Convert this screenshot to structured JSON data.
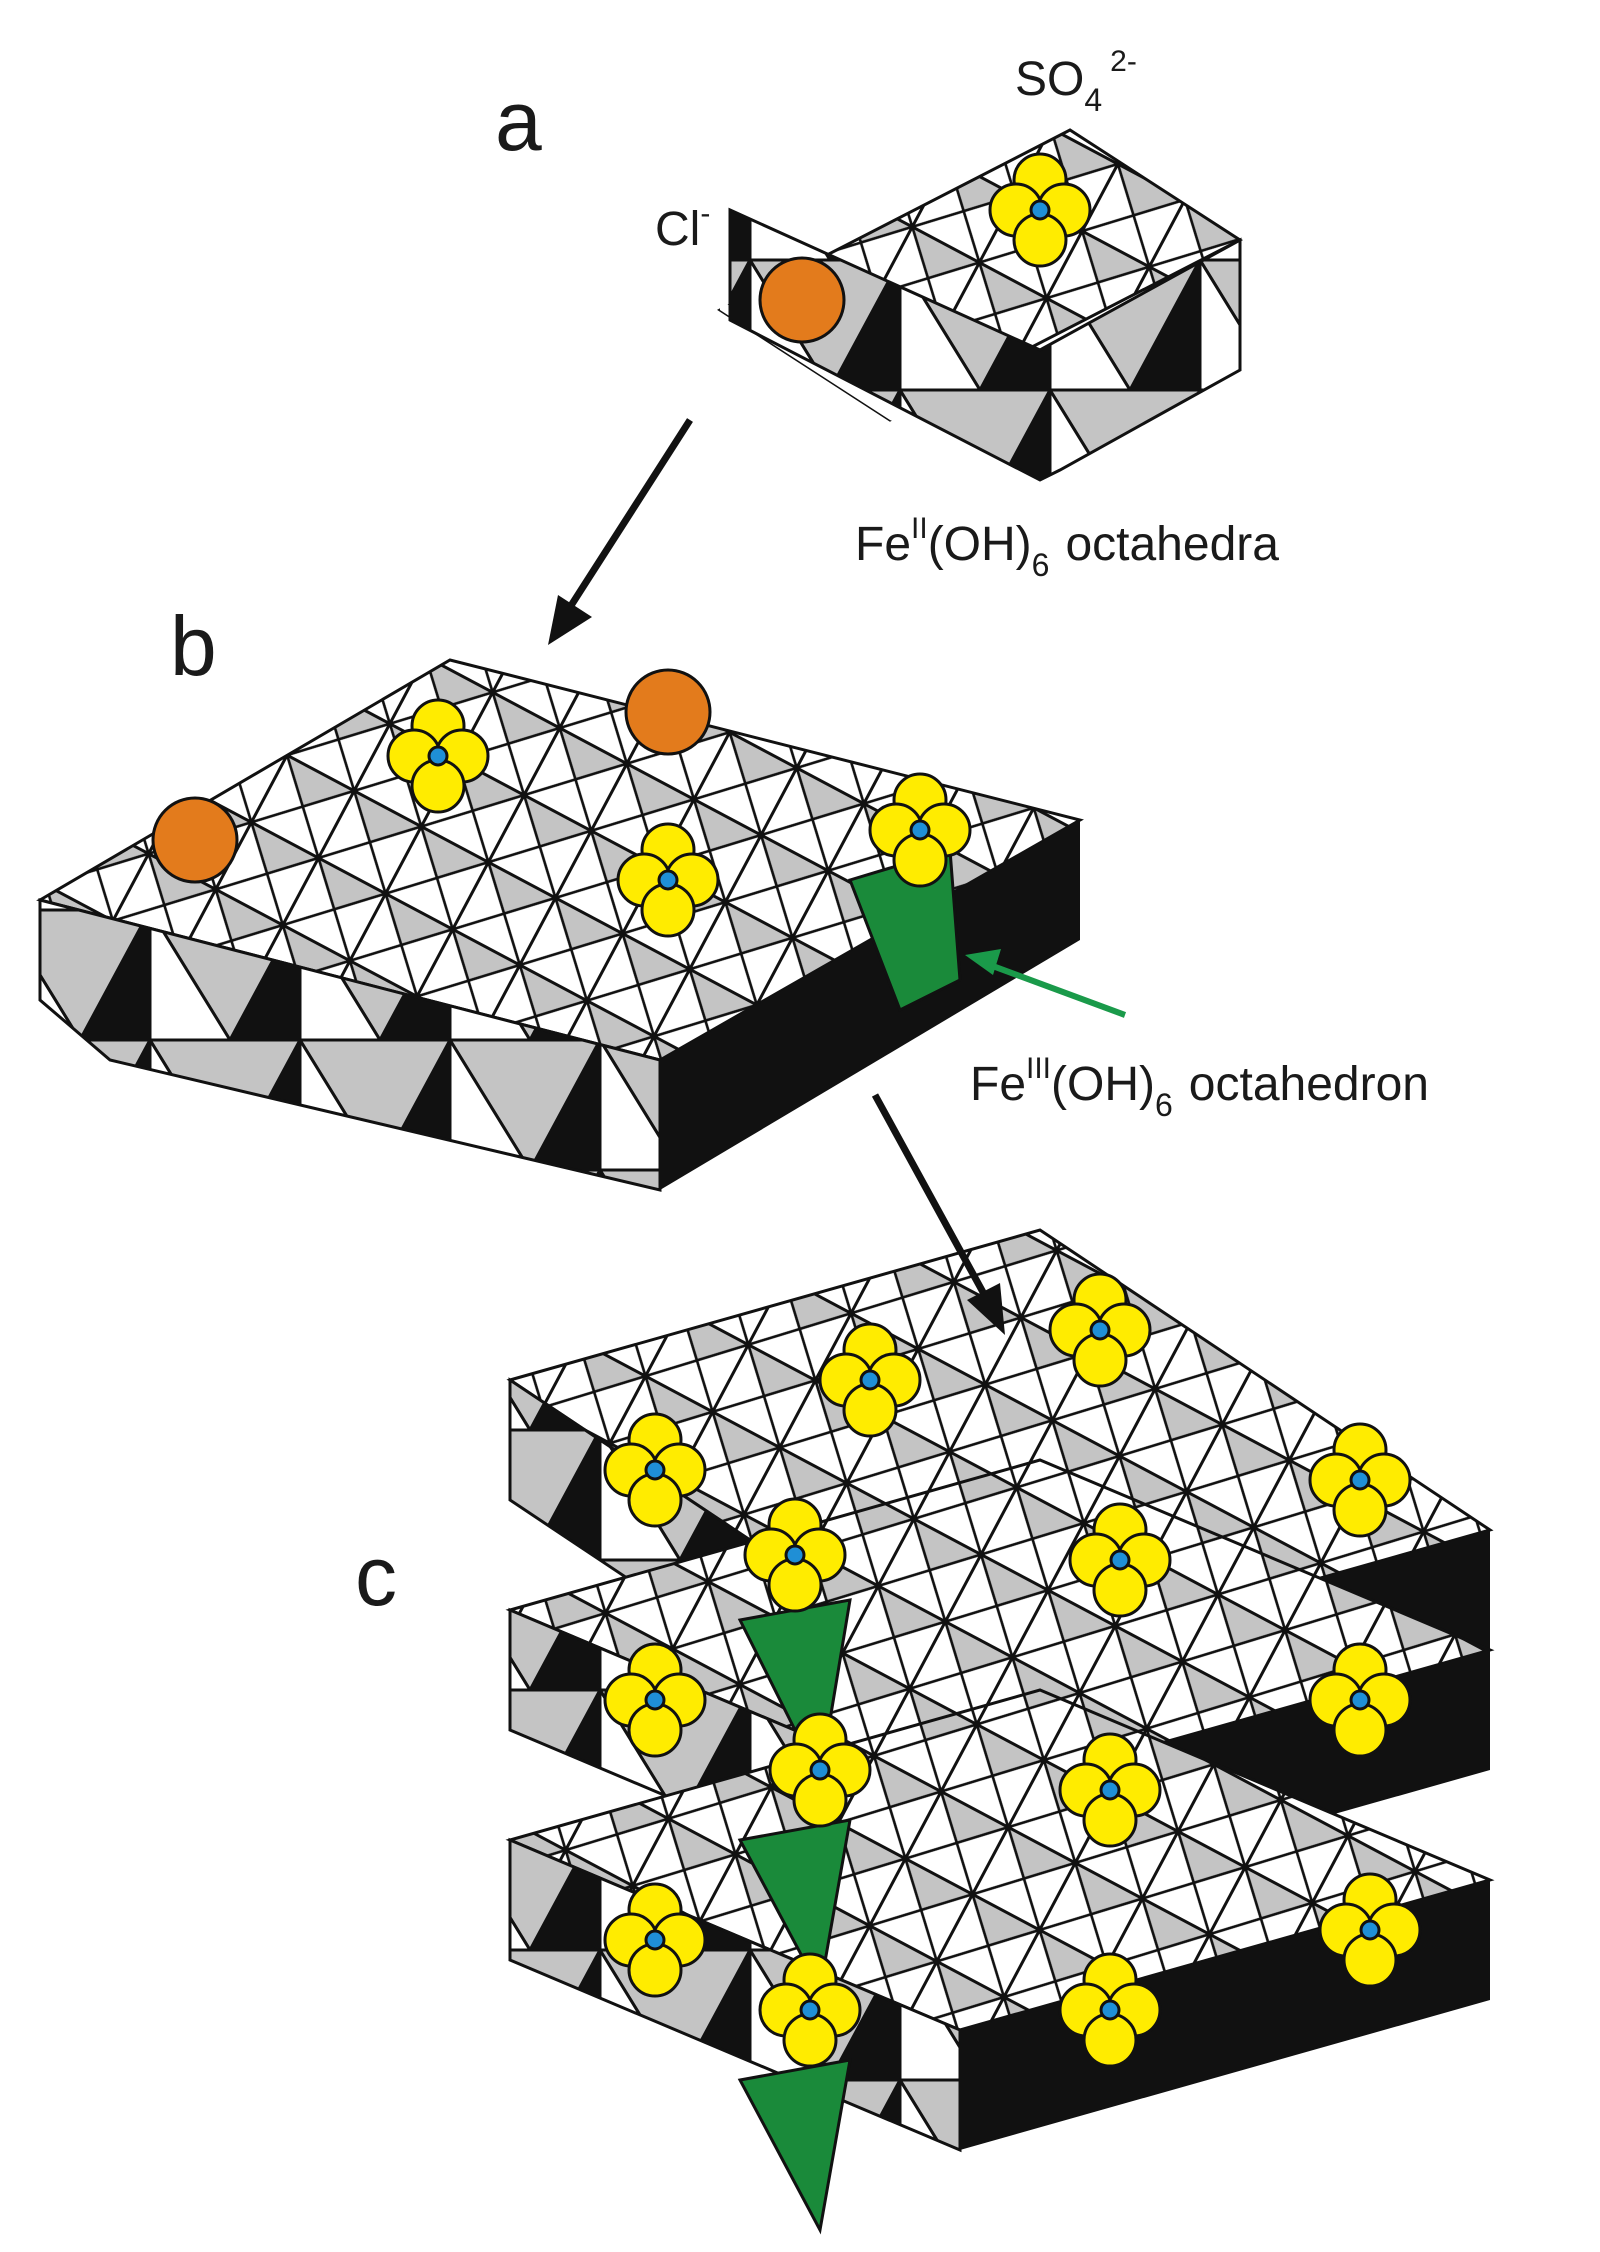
{
  "labels": {
    "panel_a": "a",
    "panel_b": "b",
    "panel_c": "c",
    "chloride_base": "Cl",
    "chloride_charge": "-",
    "sulfate_base": "SO",
    "sulfate_sub": "4",
    "sulfate_charge": "2-",
    "fe2_base": "Fe",
    "fe2_ox": "II",
    "fe2_mid": "(OH)",
    "fe2_sub": "6",
    "fe2_tail": "octahedra",
    "fe3_base": "Fe",
    "fe3_ox": "III",
    "fe3_mid": "(OH)",
    "fe3_sub": "6",
    "fe3_tail": "octahedron"
  },
  "colors": {
    "octa_top": "#ffffff",
    "octa_shade": "#c4c4c4",
    "octa_side": "#111111",
    "fe3": "#1a8a3a",
    "fe3_light": "#a9d07a",
    "chloride": "#e37b1c",
    "oxygen": "#ffec00",
    "sulfur": "#1f8fd6",
    "arrow_black": "#111111",
    "arrow_green": "#1a9a4a"
  }
}
